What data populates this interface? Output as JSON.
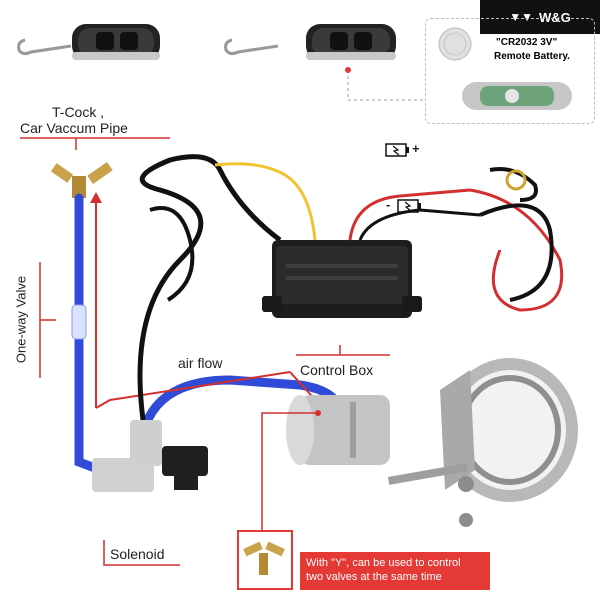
{
  "brand": {
    "name": "W&G"
  },
  "labels": {
    "tcock_line1": "T-Cock ,",
    "tcock_line2": "Car Vaccum Pipe",
    "oneway": "One-way Valve",
    "airflow": "air flow",
    "control_box": "Control Box",
    "solenoid": "Solenoid",
    "plus": "+",
    "minus": "-"
  },
  "battery": {
    "line1": "\"CR2032 3V\"",
    "line2": "Remote Battery."
  },
  "callout": {
    "line1": "With \"Y\", can be used to control",
    "line2": "two valves at the same time"
  },
  "colors": {
    "accent": "#d32f2f",
    "hose": "#2f4bd8",
    "brand_bg": "#111111"
  }
}
